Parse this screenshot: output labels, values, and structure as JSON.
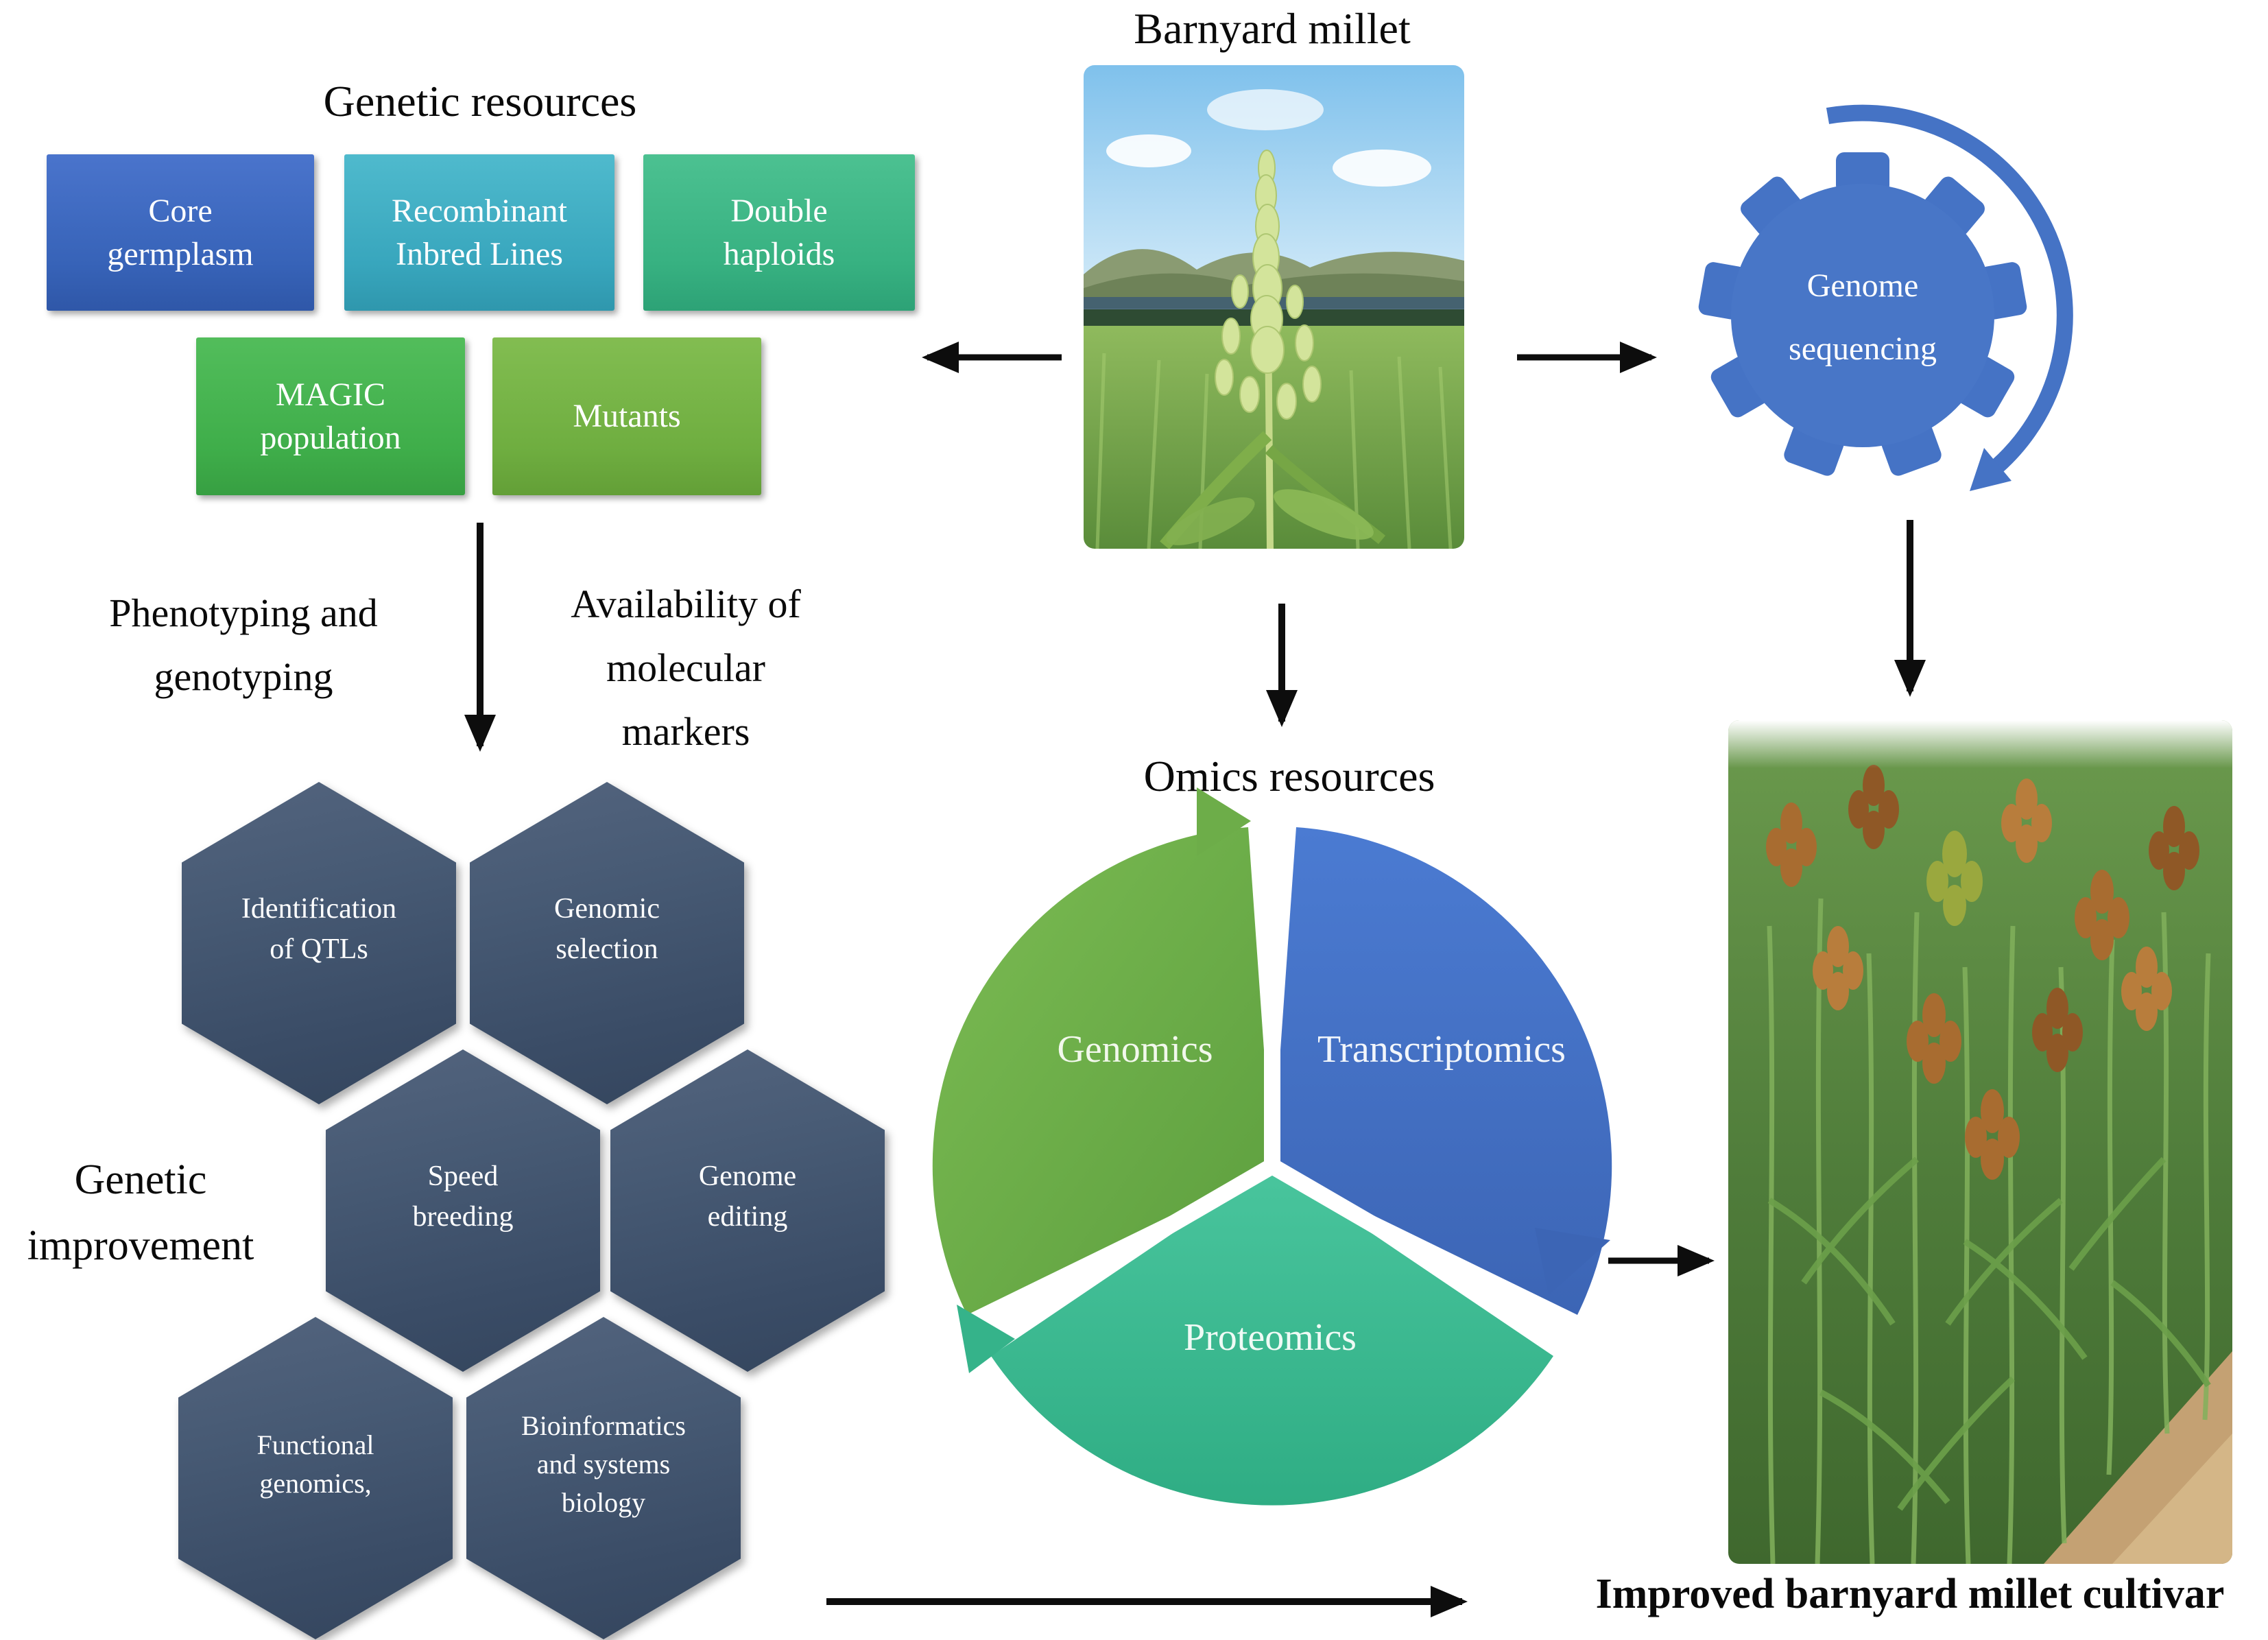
{
  "figure": {
    "genetic_resources": {
      "title": "Genetic resources",
      "boxes": [
        {
          "lines": [
            "Core",
            "germplasm"
          ],
          "color": "#3f6ac1"
        },
        {
          "lines": [
            "Recombinant",
            "Inbred Lines"
          ],
          "color": "#3fa9c2"
        },
        {
          "lines": [
            "Double",
            "haploids"
          ],
          "color": "#3bb786"
        },
        {
          "lines": [
            "MAGIC",
            "population"
          ],
          "color": "#46b253"
        },
        {
          "lines": [
            "Mutants"
          ],
          "color": "#74b145"
        }
      ]
    },
    "barnyard_millet": {
      "title": "Barnyard millet",
      "photo": "barnyard-millet-field-photo"
    },
    "genome_sequencing": {
      "lines": [
        "Genome",
        "sequencing"
      ],
      "color": "#4573c5"
    },
    "phenotyping": {
      "lines": [
        "Phenotyping and",
        "genotyping"
      ]
    },
    "markers": {
      "lines": [
        "Availability of",
        "molecular",
        "markers"
      ]
    },
    "genetic_improvement": {
      "lines": [
        "Genetic",
        "improvement"
      ]
    },
    "hexagons": [
      {
        "lines": [
          "Identification",
          "of QTLs"
        ]
      },
      {
        "lines": [
          "Genomic",
          "selection"
        ]
      },
      {
        "lines": [
          "Speed",
          "breeding"
        ]
      },
      {
        "lines": [
          "Genome",
          "editing"
        ]
      },
      {
        "lines": [
          "Functional",
          "genomics,"
        ]
      },
      {
        "lines": [
          "Bioinformatics",
          "and systems",
          "biology"
        ]
      }
    ],
    "omics": {
      "title": "Omics resources",
      "segments": [
        {
          "label": "Genomics",
          "color": "#6aab47"
        },
        {
          "label": "Transcriptomics",
          "color": "#4472c4"
        },
        {
          "label": "Proteomics",
          "color": "#3bbd93"
        }
      ]
    },
    "improved": {
      "caption": "Improved barnyard millet cultivar",
      "photo": "improved-cultivar-field-photo"
    }
  }
}
